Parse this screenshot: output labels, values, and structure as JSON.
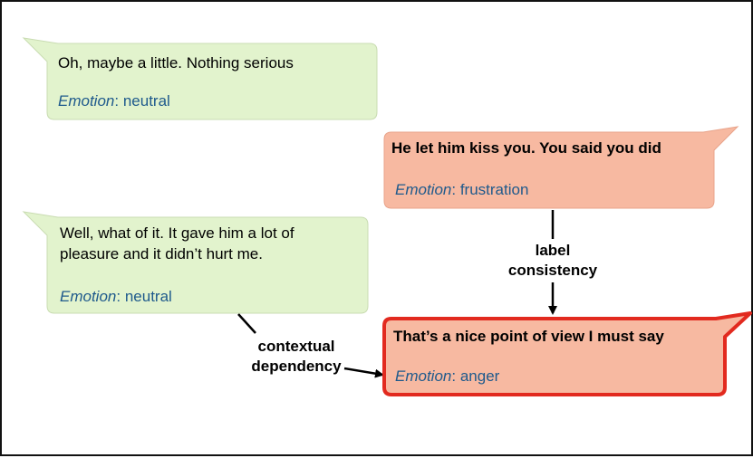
{
  "colors": {
    "neutral_fill": "#e2f3cd",
    "frustration_fill": "#f7b9a1",
    "anger_fill": "#f7b9a1",
    "anger_border": "#e22a1f",
    "emotion_text": "#1f5a8c"
  },
  "emotion_word": "Emotion",
  "messages": [
    {
      "text": "Oh, maybe a little. Nothing serious",
      "emotion": "neutral"
    },
    {
      "text": "He let him kiss you. You said you did",
      "emotion": "frustration"
    },
    {
      "text_lines": [
        "Well, what of it. It gave him a lot of",
        "pleasure and it didn’t hurt me."
      ],
      "emotion": "neutral"
    },
    {
      "text": "That’s a nice point of view I must say",
      "emotion": "anger"
    }
  ],
  "relations": {
    "label_consistency": [
      "label",
      "consistency"
    ],
    "contextual_dependency": [
      "contextual",
      "dependency"
    ]
  }
}
